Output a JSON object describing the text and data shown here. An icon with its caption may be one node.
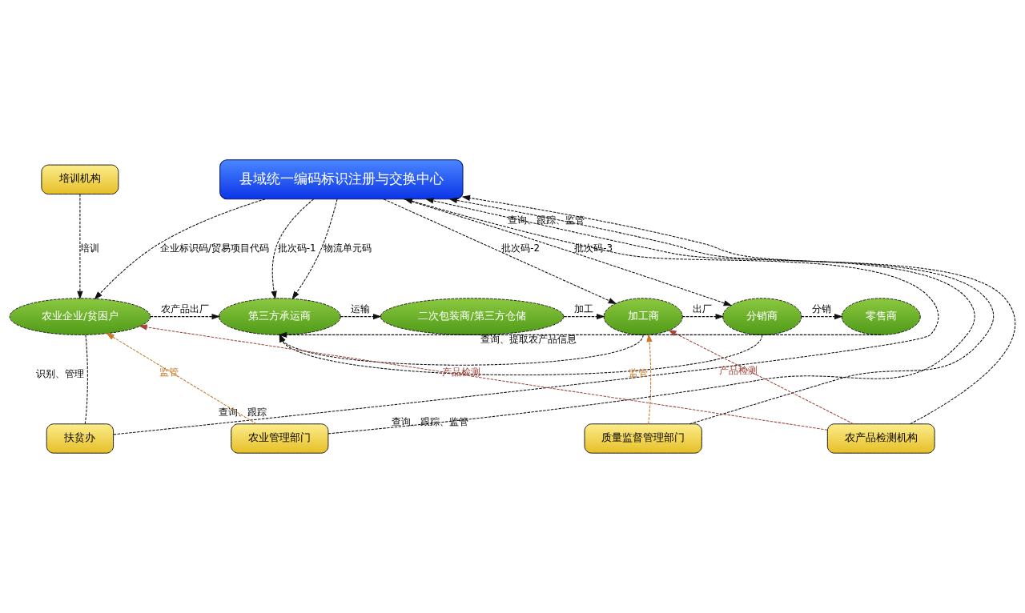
{
  "diagram": {
    "nodes": [
      {
        "text": [
          "县域统一编码标识注册与交换中心"
        ]
      },
      {
        "text": [
          "培训机构"
        ]
      },
      {
        "text": [
          "农业企业/贫困户"
        ]
      },
      {
        "text": [
          "第三方承运商"
        ]
      },
      {
        "text": [
          "二次包装商/第三方仓储"
        ]
      },
      {
        "text": [
          "加工商"
        ]
      },
      {
        "text": [
          "分销商"
        ]
      },
      {
        "text": [
          "零售商"
        ]
      },
      {
        "text": [
          "扶贫办"
        ]
      },
      {
        "text": [
          "农业管理部门"
        ]
      },
      {
        "text": [
          "质量监督管理部门"
        ]
      },
      {
        "text": [
          "农产品检测机构"
        ]
      }
    ],
    "edges": [
      {
        "from": 1,
        "to": 2,
        "arrow": "to",
        "label": "培训",
        "style": "dashed"
      },
      {
        "from": 0,
        "to": 2,
        "arrow": "to",
        "label": "企业标识码/贸易项目代码",
        "style": "dashed"
      },
      {
        "from": 0,
        "to": 3,
        "arrow": "to",
        "label": "批次码-1",
        "style": "dashed"
      },
      {
        "from": 0,
        "to": 3,
        "arrow": "to",
        "label": "物流单元码",
        "style": "dashed"
      },
      {
        "from": 0,
        "to": 5,
        "arrow": "to",
        "label": "批次码-2",
        "style": "dashed"
      },
      {
        "from": 0,
        "to": 6,
        "arrow": "to",
        "label": "批次码-3",
        "style": "dashed"
      },
      {
        "from": 2,
        "to": 3,
        "arrow": "to",
        "label": "农产品出厂",
        "style": "dashed"
      },
      {
        "from": 3,
        "to": 4,
        "arrow": "to",
        "label": "运输",
        "style": "dashed"
      },
      {
        "from": 4,
        "to": 5,
        "arrow": "to",
        "label": "加工",
        "style": "dashed"
      },
      {
        "from": 5,
        "to": 6,
        "arrow": "to",
        "label": "出厂",
        "style": "dashed"
      },
      {
        "from": 6,
        "to": 7,
        "arrow": "to",
        "label": "分销",
        "style": "dashed"
      },
      {
        "from": 5,
        "to": 3,
        "arrow": "to",
        "style": "dashed"
      },
      {
        "from": 6,
        "to": 3,
        "arrow": "to",
        "style": "dashed"
      },
      {
        "from": 7,
        "to": 3,
        "arrow": "to",
        "label": "查询、提取农产品信息",
        "style": "dashed"
      },
      {
        "from": 8,
        "to": 2,
        "arrow": "none",
        "label": "识别、管理",
        "style": "dashed"
      },
      {
        "from": 8,
        "to": 0,
        "arrow": "to",
        "label": "查询、跟踪",
        "style": "dashed"
      },
      {
        "from": 9,
        "to": 2,
        "arrow": "to",
        "label": "监管",
        "style": "dashed",
        "color": "#c8782a"
      },
      {
        "from": 9,
        "to": 0,
        "arrow": "to",
        "label": "查询、跟踪、监管",
        "style": "dashed"
      },
      {
        "from": 10,
        "to": 0,
        "arrow": "to",
        "label": "查询、跟踪、监管",
        "style": "dashed"
      },
      {
        "from": 10,
        "to": 5,
        "arrow": "to",
        "label": "监管",
        "style": "dashed",
        "color": "#c8782a"
      },
      {
        "from": 11,
        "to": 2,
        "arrow": "to",
        "label": "产品检测",
        "style": "dashed",
        "color": "#a0463c"
      },
      {
        "from": 11,
        "to": 5,
        "arrow": "to",
        "label": "产品检测",
        "style": "dashed",
        "color": "#a0463c"
      },
      {
        "from": 11,
        "to": 0,
        "arrow": "to",
        "style": "dashed"
      }
    ]
  }
}
